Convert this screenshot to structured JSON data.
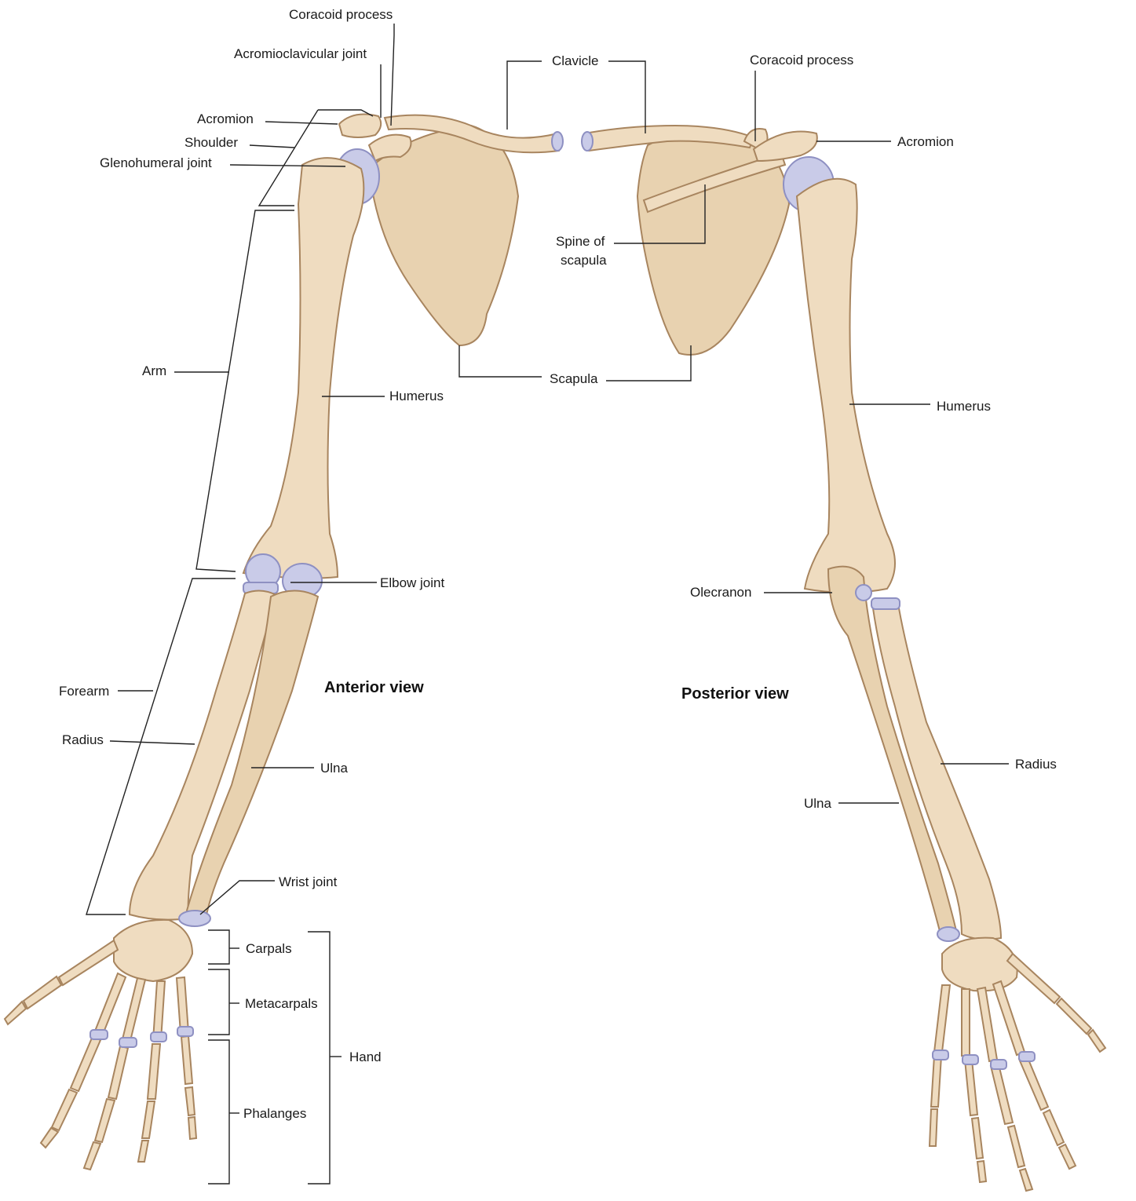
{
  "anterior": {
    "view_title": "Anterior view",
    "labels": {
      "coracoid_process": "Coracoid process",
      "acromioclavicular_joint": "Acromioclavicular joint",
      "acromion": "Acromion",
      "shoulder": "Shoulder",
      "glenohumeral_joint": "Glenohumeral joint",
      "arm": "Arm",
      "humerus": "Humerus",
      "elbow_joint": "Elbow joint",
      "forearm": "Forearm",
      "radius": "Radius",
      "ulna": "Ulna",
      "wrist_joint": "Wrist joint",
      "carpals": "Carpals",
      "metacarpals": "Metacarpals",
      "hand": "Hand",
      "phalanges": "Phalanges"
    }
  },
  "shared": {
    "clavicle": "Clavicle",
    "scapula": "Scapula"
  },
  "posterior": {
    "view_title": "Posterior view",
    "labels": {
      "coracoid_process": "Coracoid process",
      "acromion": "Acromion",
      "spine_of_scapula_line1": "Spine of",
      "spine_of_scapula_line2": "scapula",
      "humerus": "Humerus",
      "olecranon": "Olecranon",
      "radius": "Radius",
      "ulna": "Ulna"
    }
  },
  "colors": {
    "bone": "#efdcc0",
    "bone_outline": "#a8855f",
    "cartilage": "#c9cbe8",
    "leader_line": "#222222"
  }
}
